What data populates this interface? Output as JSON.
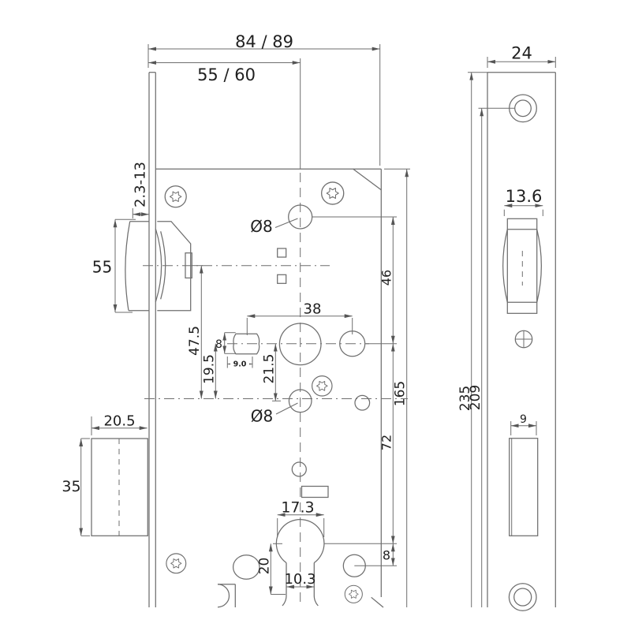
{
  "title": "mortise-lock-technical-drawing",
  "colors": {
    "line": "#6e6e6e",
    "ink": "#1f1f1f",
    "bg": "#ffffff"
  },
  "labels": {
    "overall_width": "84 / 89",
    "backset": "55 / 60",
    "plate_width": "24",
    "latch_adjust": "2.3-13",
    "latch_height": "55",
    "hole_top_dia": "Ø8",
    "hole_bottom_dia": "Ø8",
    "dist_top_hole_hub": "46",
    "hub_span": "38",
    "dist_latch_center": "47.5",
    "follower_height": "8",
    "follower_width": "9.0",
    "dist_19_5": "19.5",
    "dist_21_5": "21.5",
    "body_length": "165",
    "dist_hub_cyl": "72",
    "cyl_edge_offset": "8",
    "bolt_depth": "20.5",
    "bolt_height": "35",
    "cyl_width": "17.3",
    "cyl_length": "20",
    "cyl_slot_width": "10.3",
    "front_latch_width": "13.6",
    "plate_length_total": "235",
    "plate_length_screw": "209",
    "front_bolt_width": "9"
  }
}
